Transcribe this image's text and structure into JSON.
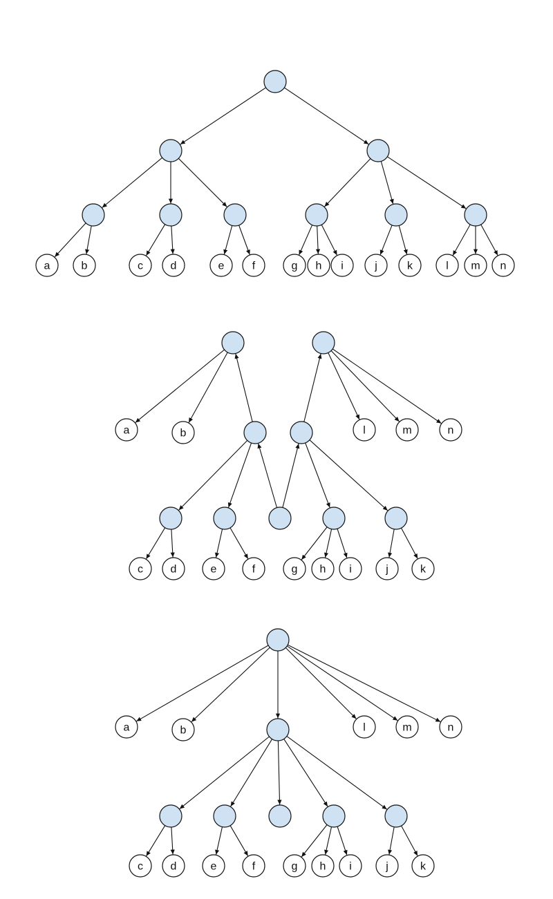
{
  "colors": {
    "internal_node_fill": "#cfe2f3",
    "leaf_fill": "#ffffff",
    "edge": "#111111"
  },
  "trees": [
    {
      "leaves": [
        "a",
        "b",
        "c",
        "d",
        "e",
        "f",
        "g",
        "h",
        "i",
        "j",
        "k",
        "l",
        "m",
        "n"
      ]
    },
    {
      "leaves": [
        "a",
        "b",
        "l",
        "m",
        "n",
        "c",
        "d",
        "e",
        "f",
        "g",
        "h",
        "i",
        "j",
        "k"
      ]
    },
    {
      "leaves": [
        "a",
        "b",
        "l",
        "m",
        "n",
        "c",
        "d",
        "e",
        "f",
        "g",
        "h",
        "i",
        "j",
        "k"
      ]
    }
  ]
}
